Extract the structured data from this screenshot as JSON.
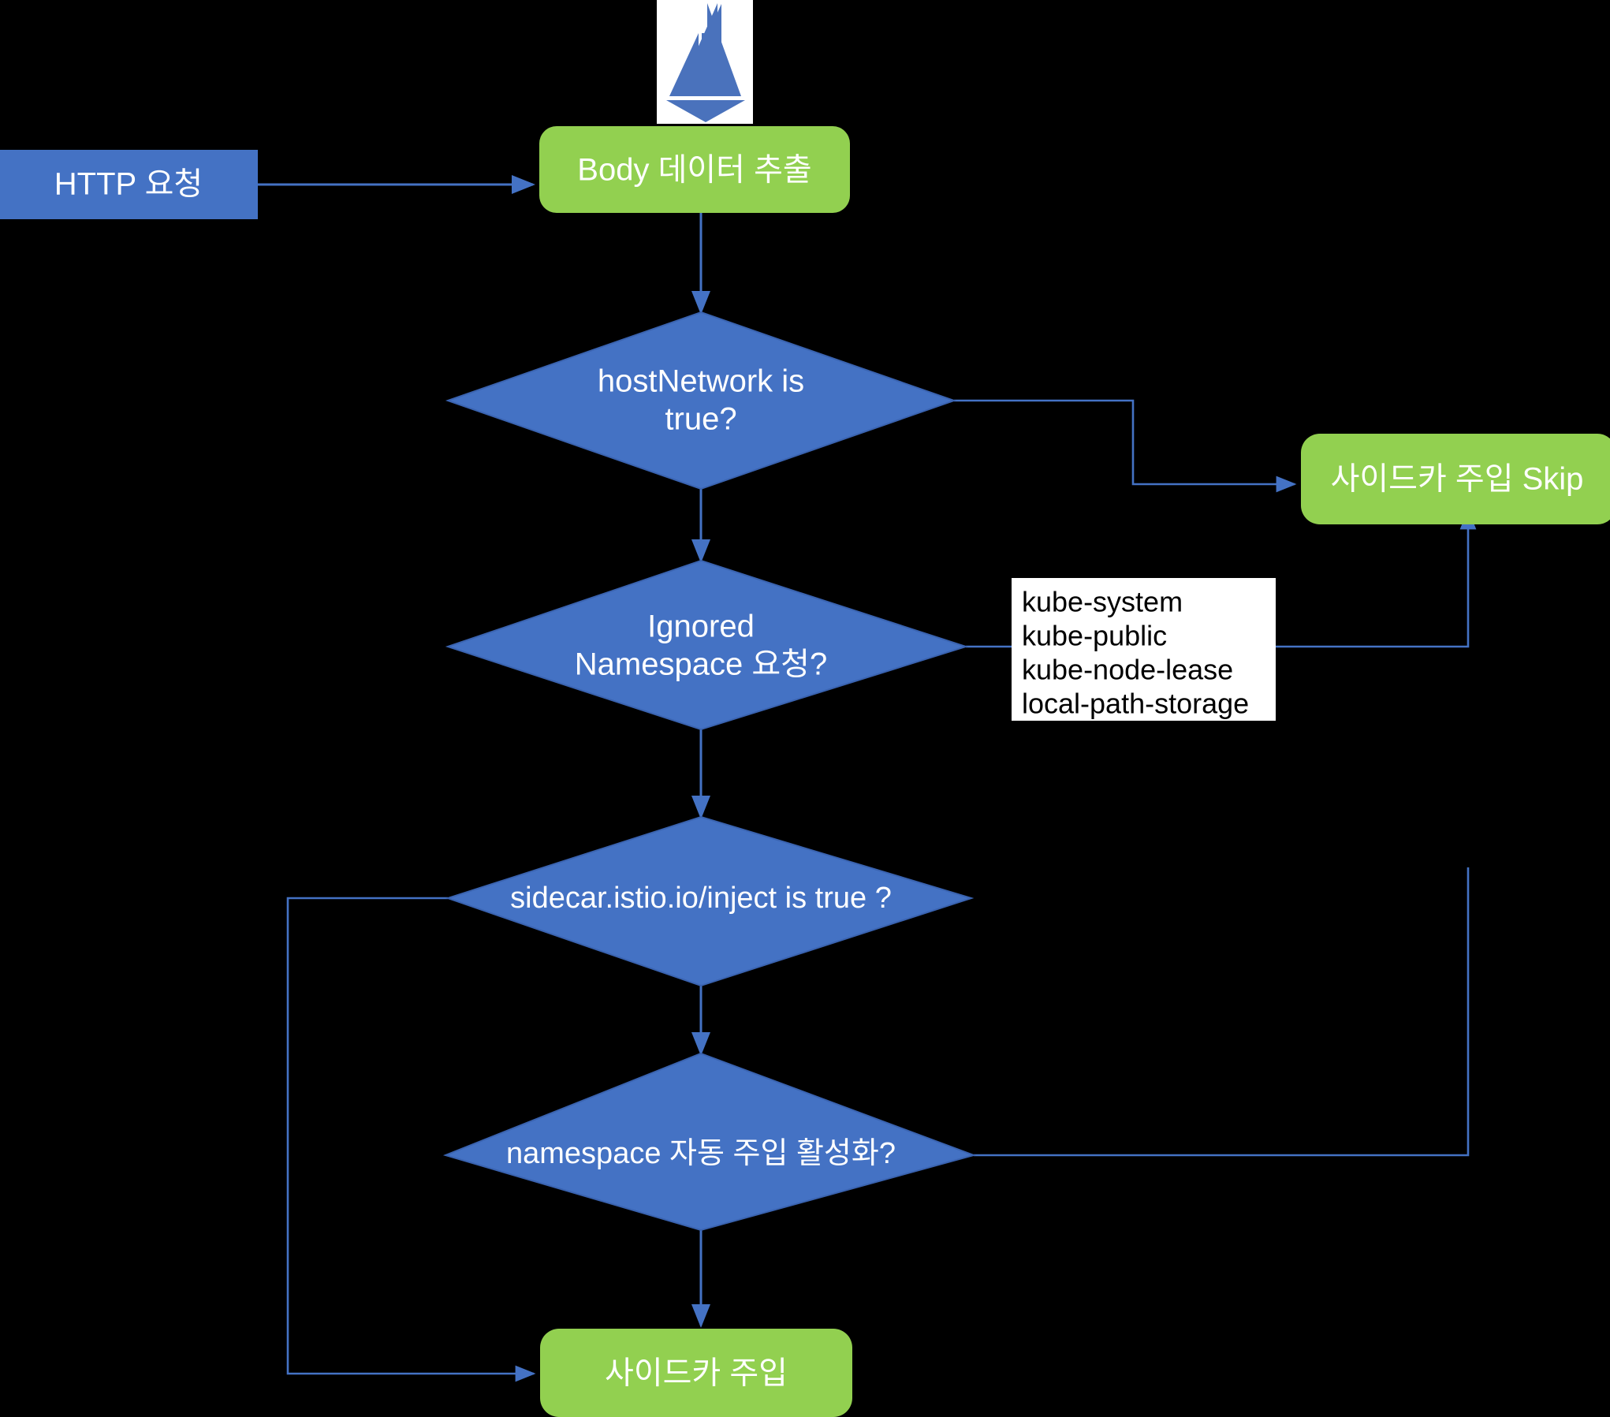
{
  "diagram": {
    "title": "Istio sidecar injection webhook flow",
    "colors": {
      "background": "#000000",
      "blue": "#4472C4",
      "green": "#92D050",
      "white": "#FFFFFF",
      "connector": "#4472C4",
      "logo_sail": "#4A72BC"
    },
    "logo": {
      "name": "istio-logo",
      "alt": "Istio sailboat logo"
    },
    "nodes": {
      "http_request": {
        "label": "HTTP 요청",
        "shape": "rect",
        "fill": "#4472C4"
      },
      "extract_body": {
        "label": "Body 데이터 추출",
        "shape": "rounded-rect",
        "fill": "#92D050"
      },
      "host_network": {
        "label_line1": "hostNetwork is",
        "label_line2": "true?",
        "shape": "diamond",
        "fill": "#4472C4"
      },
      "ignored_namespace": {
        "label_line1": "Ignored",
        "label_line2": "Namespace 요청?",
        "shape": "diamond",
        "fill": "#4472C4"
      },
      "sidecar_inject_label": {
        "label": "sidecar.istio.io/inject is true ?",
        "shape": "diamond",
        "fill": "#4472C4"
      },
      "namespace_auto_inject": {
        "label": "namespace 자동 주입 활성화?",
        "shape": "diamond",
        "fill": "#4472C4"
      },
      "skip_injection": {
        "label": "사이드카 주입 Skip",
        "shape": "rounded-rect",
        "fill": "#92D050"
      },
      "do_injection": {
        "label": "사이드카 주입",
        "shape": "rounded-rect",
        "fill": "#92D050"
      }
    },
    "note": {
      "name": "ignored-namespaces-note",
      "lines": [
        "kube-system",
        "kube-public",
        "kube-node-lease",
        "local-path-storage"
      ]
    },
    "edges": [
      {
        "from": "http_request",
        "to": "extract_body",
        "label": ""
      },
      {
        "from": "extract_body",
        "to": "host_network",
        "label": ""
      },
      {
        "from": "host_network",
        "to": "ignored_namespace",
        "label": ""
      },
      {
        "from": "host_network",
        "to": "skip_injection",
        "label": ""
      },
      {
        "from": "ignored_namespace",
        "to": "sidecar_inject_label",
        "label": ""
      },
      {
        "from": "ignored_namespace",
        "to": "skip_injection",
        "label": ""
      },
      {
        "from": "sidecar_inject_label",
        "to": "namespace_auto_inject",
        "label": ""
      },
      {
        "from": "sidecar_inject_label",
        "to": "do_injection",
        "label": ""
      },
      {
        "from": "namespace_auto_inject",
        "to": "do_injection",
        "label": ""
      },
      {
        "from": "namespace_auto_inject",
        "to": "skip_injection",
        "label": ""
      }
    ]
  }
}
